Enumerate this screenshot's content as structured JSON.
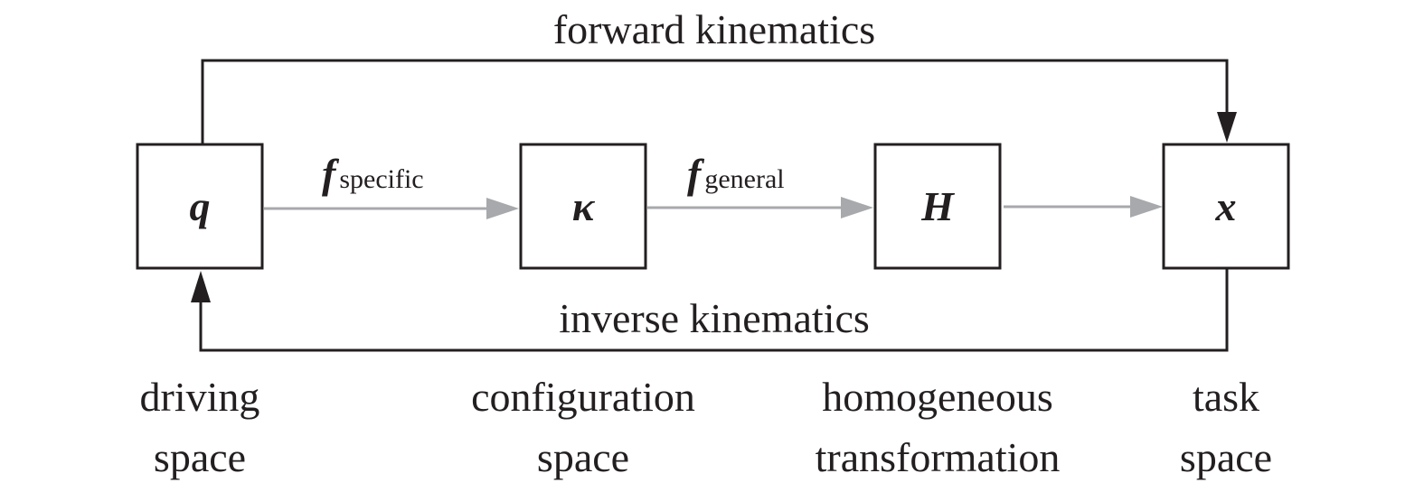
{
  "feedback": {
    "top_label": "forward kinematics",
    "bottom_label": "inverse kinematics"
  },
  "nodes": [
    {
      "symbol": "q",
      "label_line1": "driving",
      "label_line2": "space"
    },
    {
      "symbol": "κ",
      "label_line1": "configuration",
      "label_line2": "space"
    },
    {
      "symbol": "H",
      "label_line1": "homogeneous",
      "label_line2": "transformation"
    },
    {
      "symbol": "x",
      "label_line1": "task",
      "label_line2": "space"
    }
  ],
  "edges": [
    {
      "symbol": "f",
      "subscript": "specific"
    },
    {
      "symbol": "f",
      "subscript": "general"
    }
  ],
  "colors": {
    "ink": "#231f20",
    "grey_arrow": "#a7a9ac",
    "background": "#ffffff"
  }
}
